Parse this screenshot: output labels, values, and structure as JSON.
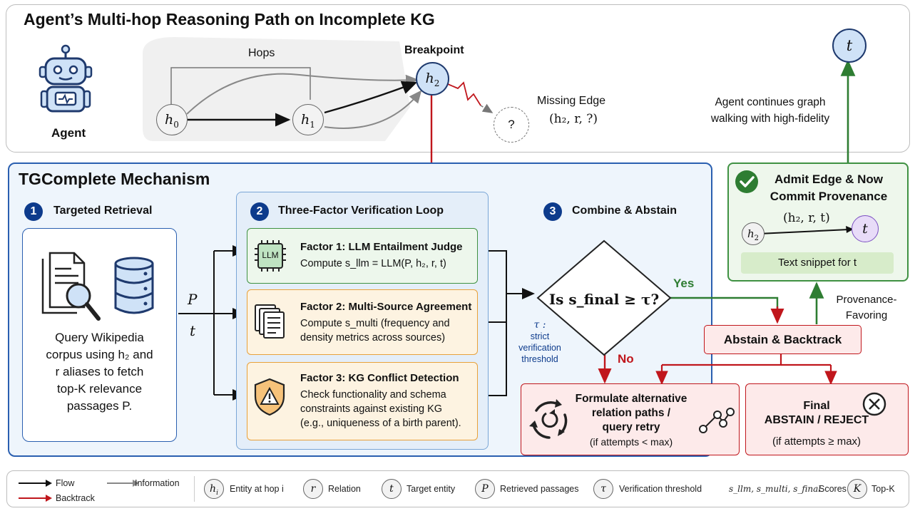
{
  "top_panel": {
    "title": "Agent’s Multi-hop Reasoning Path on Incomplete KG",
    "agent_label": "Agent",
    "hops_label": "Hops",
    "breakpoint_label": "Breakpoint",
    "nodes": {
      "h0": "h",
      "h0_sub": "0",
      "h1": "h",
      "h1_sub": "1",
      "h2": "h",
      "h2_sub": "2",
      "unknown": "?",
      "t": "t"
    },
    "missing_edge_label": "Missing Edge",
    "missing_edge_tuple": "(h₂, r, ?)",
    "continue_line1": "Agent continues graph",
    "continue_line2": "walking with high-fidelity"
  },
  "mechanism": {
    "title": "TGComplete Mechanism",
    "step1": {
      "num": "1",
      "title": "Targeted Retrieval",
      "lines": [
        "Query Wikipedia",
        "corpus using h₂ and",
        "r aliases to fetch",
        "top-K relevance",
        "passages P."
      ]
    },
    "inputs": {
      "p": "P",
      "t": "t"
    },
    "step2": {
      "num": "2",
      "title": "Three-Factor Verification Loop",
      "factor1": {
        "title": "Factor 1: LLM Entailment Judge",
        "chip": "LLM",
        "line1": "Compute s_llm = LLM(P, h₂, r, t)"
      },
      "factor2": {
        "title": "Factor 2: Multi-Source Agreement",
        "line1": "Compute s_multi (frequency and",
        "line2": "density metrics across sources)"
      },
      "factor3": {
        "title": "Factor 3: KG Conflict Detection",
        "line1": "Check functionality and schema",
        "line2": "constraints against existing KG",
        "line3": "(e.g., uniqueness of a birth parent)."
      }
    },
    "step3": {
      "num": "3",
      "title": "Combine & Abstain",
      "decision": "Is s_final ≥ τ?",
      "yes": "Yes",
      "no": "No",
      "tau_symbol": "τ :",
      "tau_line1": "strict",
      "tau_line2": "verification",
      "tau_line3": "threshold"
    }
  },
  "admit": {
    "title_line1": "Admit Edge & Now",
    "title_line2": "Commit Provenance",
    "tuple": "(h₂, r, t)",
    "h2": "h",
    "h2_sub": "2",
    "t": "t",
    "snippet": "Text snippet for t"
  },
  "provenance_line1": "Provenance-",
  "provenance_line2": "Favoring",
  "abstain_backtrack": "Abstain & Backtrack",
  "formulate": {
    "line1": "Formulate alternative",
    "line2": "relation paths /",
    "line3": "query retry",
    "line4": "(if attempts < max)"
  },
  "final": {
    "line1": "Final",
    "line2": "ABSTAIN / REJECT",
    "line3": "(if attempts ≥ max)"
  },
  "legend": {
    "flow": "Flow",
    "information": "Information",
    "backtrack": "Backtrack",
    "hi_symbol": "h",
    "hi_sub": "i",
    "hi_label": "Entity at hop i",
    "r_symbol": "r",
    "r_label": "Relation",
    "t_symbol": "t",
    "t_label": "Target entity",
    "p_symbol": "P",
    "p_label": "Retrieved passages",
    "tau_symbol": "τ",
    "tau_label": "Verification threshold",
    "scores_symbols": "s_llm, s_multi, s_final",
    "scores_label": "Scores",
    "k_symbol": "K",
    "k_label": "Top-K"
  },
  "colors": {
    "navy": "#0d3b8c",
    "red": "#c0161c",
    "green": "#2e7d32",
    "orange": "#e8a13a",
    "blue_panel": "#eef5fc",
    "blue_border": "#2a5fb0"
  }
}
